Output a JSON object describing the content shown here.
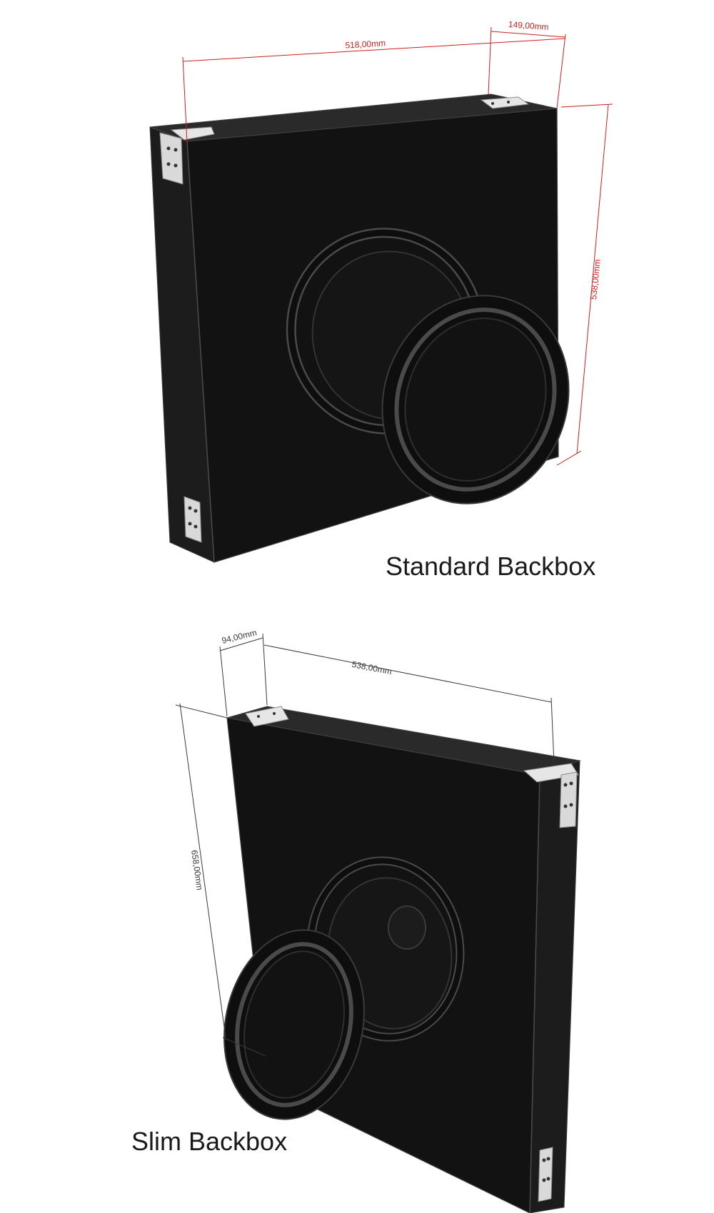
{
  "standard": {
    "caption": "Standard Backbox",
    "dim_width": "518,00mm",
    "dim_depth": "149,00mm",
    "dim_height": "538,00mm",
    "dimension_color": "#cc1f1f"
  },
  "slim": {
    "caption": "Slim Backbox",
    "dim_depth": "94,00mm",
    "dim_width": "538,00mm",
    "dim_height": "658,00mm",
    "dimension_color": "#3a3a3a"
  },
  "colors": {
    "box_face": "#121212",
    "box_side": "#1c1c1c",
    "box_top": "#262626",
    "edge": "#3e3e3e",
    "ring_outer": "#0e0e0e",
    "ring_highlight": "#4a4a4a",
    "bracket": "#d9d9d9"
  }
}
